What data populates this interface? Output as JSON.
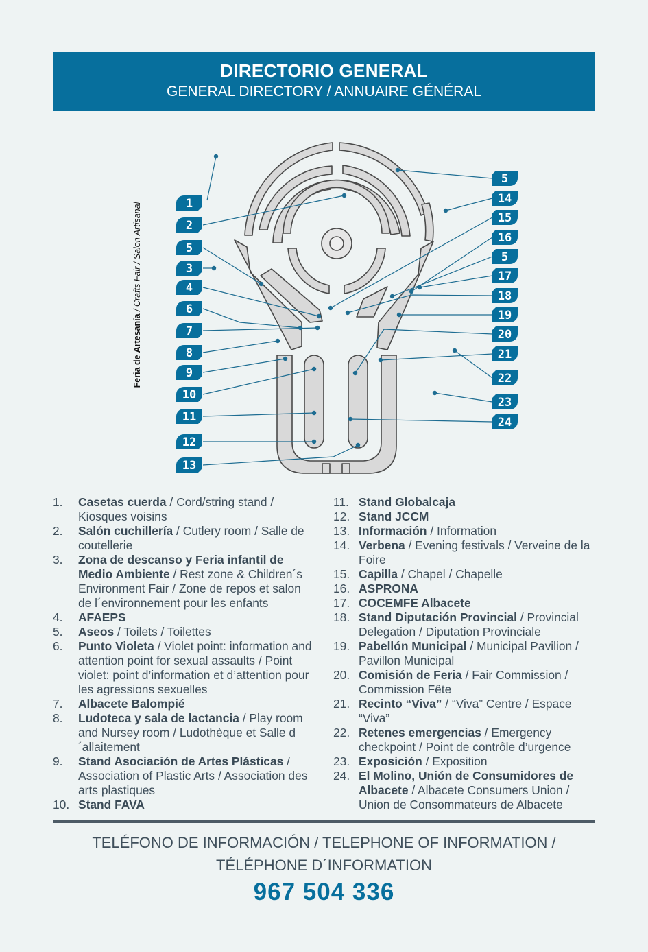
{
  "header": {
    "title": "DIRECTORIO GENERAL",
    "subtitle": "GENERAL DIRECTORY / ANNUAIRE GÉNÉRAL"
  },
  "map": {
    "vertical_label_bold": "Feria de Artesanía",
    "vertical_label_italic": " / Crafts Fair / Salon Artisanal",
    "left_badges": [
      "1",
      "2",
      "5",
      "3",
      "4",
      "6",
      "7",
      "8",
      "9",
      "10",
      "11",
      "12",
      "13"
    ],
    "right_badges": [
      "5",
      "14",
      "15",
      "16",
      "5",
      "17",
      "18",
      "19",
      "20",
      "21",
      "22",
      "23",
      "24"
    ],
    "colors": {
      "badge": "#076f9d",
      "building_fill": "#d9d9d9",
      "outline": "#4a4a4a",
      "leader": "#1e6d92"
    }
  },
  "directory": {
    "left": [
      {
        "num": "1.",
        "bold": "Casetas cuerda",
        "rest": " / Cord/string stand / Kiosques voisins"
      },
      {
        "num": "2.",
        "bold": "Salón cuchillería",
        "rest": " / Cutlery room / Salle de coutellerie"
      },
      {
        "num": "3.",
        "bold": "Zona de descanso y Feria infantil de Medio Ambiente",
        "rest": " / Rest zone & Children´s Environment Fair / Zone de repos et salon de l´environnement pour les enfants"
      },
      {
        "num": "4.",
        "bold": " AFAEPS",
        "rest": ""
      },
      {
        "num": "5.",
        "bold": "Aseos",
        "rest": " / Toilets / Toilettes"
      },
      {
        "num": "6.",
        "bold": "Punto Violeta",
        "rest": " / Violet point: information and attention point for sexual assaults / Point violet: point d’information et d’attention pour les agressions sexuelles"
      },
      {
        "num": "7.",
        "bold": "Albacete Balompié",
        "rest": ""
      },
      {
        "num": "8.",
        "bold": "Ludoteca y sala de lactancia",
        "rest": " / Play room and Nursey room / Ludothèque et Salle d´allaitement"
      },
      {
        "num": "9.",
        "bold": "Stand Asociación de Artes Plásticas",
        "rest": " / Association of Plastic Arts / Association des arts plastiques"
      },
      {
        "num": "10.",
        "bold": "Stand FAVA",
        "rest": ""
      }
    ],
    "right": [
      {
        "num": "11.",
        "bold": "Stand Globalcaja",
        "rest": ""
      },
      {
        "num": "12.",
        "bold": "Stand JCCM",
        "rest": ""
      },
      {
        "num": "13.",
        "bold": "Información",
        "rest": " / Information"
      },
      {
        "num": "14.",
        "bold": "Verbena",
        "rest": " / Evening festivals / Verveine de la Foire"
      },
      {
        "num": "15.",
        "bold": "Capilla",
        "rest": " / Chapel / Chapelle"
      },
      {
        "num": "16.",
        "bold": "ASPRONA",
        "rest": ""
      },
      {
        "num": "17.",
        "bold": "COCEMFE Albacete",
        "rest": ""
      },
      {
        "num": "18.",
        "bold": "Stand Diputación Provincial",
        "rest": " / Provincial Delegation / Diputation Provinciale"
      },
      {
        "num": "19.",
        "bold": "Pabellón Municipal",
        "rest": " / Municipal Pavilion / Pavillon Municipal"
      },
      {
        "num": "20.",
        "bold": "Comisión de Feria",
        "rest": " / Fair Commission / Commission Fête"
      },
      {
        "num": "21.",
        "bold": "Recinto “Viva”",
        "rest": " / “Viva” Centre / Espace “Viva”"
      },
      {
        "num": "22.",
        "bold": "Retenes emergencias",
        "rest": " / Emergency checkpoint / Point de contrôle d’urgence"
      },
      {
        "num": "23.",
        "bold": "Exposición",
        "rest": " / Exposition"
      },
      {
        "num": "24.",
        "bold": "El Molino, Unión de Consumidores de Albacete",
        "rest": " / Albacete Consumers Union / Union de Consommateurs de Albacete"
      }
    ]
  },
  "footer": {
    "phone_label_line1": "TELÉFONO DE INFORMACIÓN / TELEPHONE OF INFORMATION /",
    "phone_label_line2": "TÉLÉPHONE D´INFORMATION",
    "phone_number": "967 504 336"
  }
}
